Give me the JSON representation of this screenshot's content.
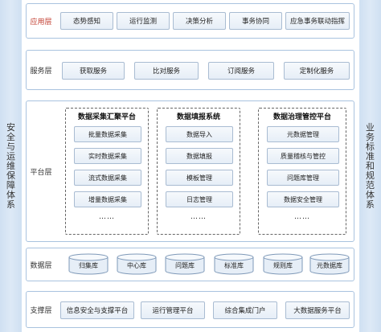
{
  "sides": {
    "left": "安全与运维保障体系",
    "right": "业务标准和规范体系"
  },
  "application": {
    "label": "应用层",
    "items": [
      "态势感知",
      "运行监测",
      "决策分析",
      "事务协同",
      "应急事务联动指挥"
    ]
  },
  "service": {
    "label": "服务层",
    "items": [
      "获取服务",
      "比对服务",
      "订阅服务",
      "定制化服务"
    ]
  },
  "platform": {
    "label": "平台层",
    "groups": [
      {
        "title": "数据采集汇聚平台",
        "items": [
          "批量数据采集",
          "实时数据采集",
          "流式数据采集",
          "增量数据采集"
        ],
        "more": "……"
      },
      {
        "title": "数据填报系统",
        "items": [
          "数据导入",
          "数据填报",
          "模板管理",
          "日志管理"
        ],
        "more": "……"
      },
      {
        "title": "数据治理管控平台",
        "items": [
          "元数据管理",
          "质量稽核与管控",
          "问题库管理",
          "数据安全管理"
        ],
        "more": "……"
      }
    ]
  },
  "data": {
    "label": "数据层",
    "items": [
      "归集库",
      "中心库",
      "问题库",
      "标准库",
      "规则库",
      "元数据库"
    ]
  },
  "support": {
    "label": "支撑层",
    "items": [
      "信息安全与支撑平台",
      "运行管理平台",
      "综合集成门户",
      "大数据服务平台"
    ]
  },
  "colors": {
    "side_panel": "#cfe0f2",
    "layer_border": "#a9c3df",
    "box_fill": "#e6eef7",
    "app_label": "#c0392b"
  }
}
